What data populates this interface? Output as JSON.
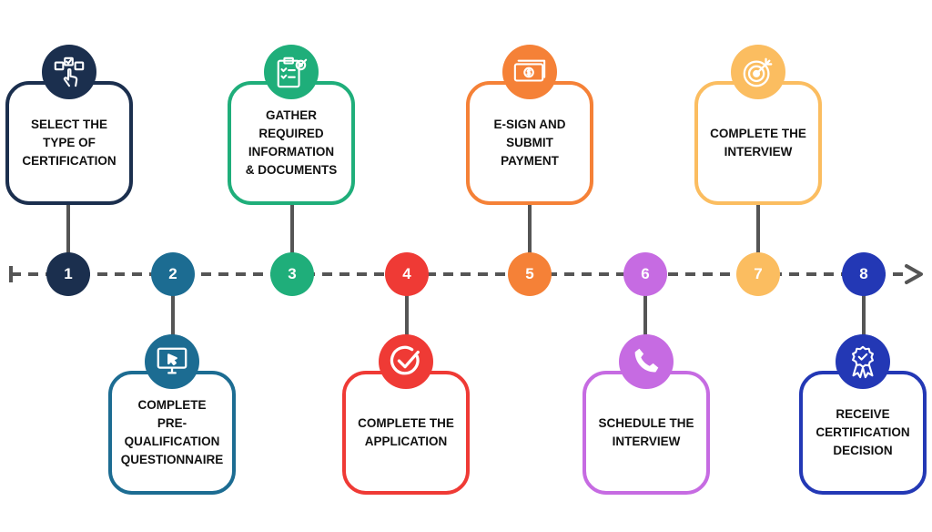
{
  "steps": [
    {
      "number": "1",
      "label": "SELECT THE\nTYPE OF\nCERTIFICATION",
      "color": "#1B2F4E",
      "icon": "click-select-icon",
      "position": "above"
    },
    {
      "number": "2",
      "label": "COMPLETE\nPRE-\nQUALIFICATION\nQUESTIONNAIRE",
      "color": "#1C6C92",
      "icon": "computer-monitor-icon",
      "position": "below"
    },
    {
      "number": "3",
      "label": "GATHER\nREQUIRED\nINFORMATION\n& DOCUMENTS",
      "color": "#1FAE7A",
      "icon": "clipboard-checklist-icon",
      "position": "above"
    },
    {
      "number": "4",
      "label": "COMPLETE THE\nAPPLICATION",
      "color": "#EF3A35",
      "icon": "checkmark-circle-icon",
      "position": "below"
    },
    {
      "number": "5",
      "label": "E-SIGN AND\nSUBMIT\nPAYMENT",
      "color": "#F58137",
      "icon": "money-bill-icon",
      "position": "above"
    },
    {
      "number": "6",
      "label": "SCHEDULE THE\nINTERVIEW",
      "color": "#C66BE2",
      "icon": "phone-icon",
      "position": "below"
    },
    {
      "number": "7",
      "label": "COMPLETE THE\nINTERVIEW",
      "color": "#FBBD60",
      "icon": "target-icon",
      "position": "above"
    },
    {
      "number": "8",
      "label": "RECEIVE\nCERTIFICATION\nDECISION",
      "color": "#2338B5",
      "icon": "award-ribbon-icon",
      "position": "below"
    }
  ]
}
